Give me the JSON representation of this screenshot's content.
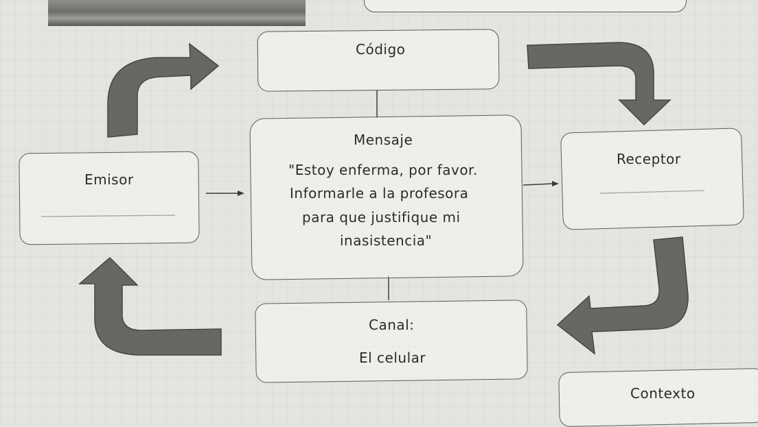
{
  "diagram": {
    "codigo": {
      "label": "Código"
    },
    "mensaje": {
      "label": "Mensaje",
      "lines": [
        "\"Estoy enferma, por favor.",
        "Informarle a la profesora",
        "para que justifique mi",
        "inasistencia\""
      ]
    },
    "emisor": {
      "label": "Emisor"
    },
    "receptor": {
      "label": "Receptor"
    },
    "canal": {
      "label": "Canal:",
      "value": "El celular"
    },
    "contexto": {
      "label": "Contexto"
    }
  },
  "colors": {
    "arrow": "#5f5f5c",
    "border": "#5a5a5a",
    "paper": "#e4e4e1"
  }
}
